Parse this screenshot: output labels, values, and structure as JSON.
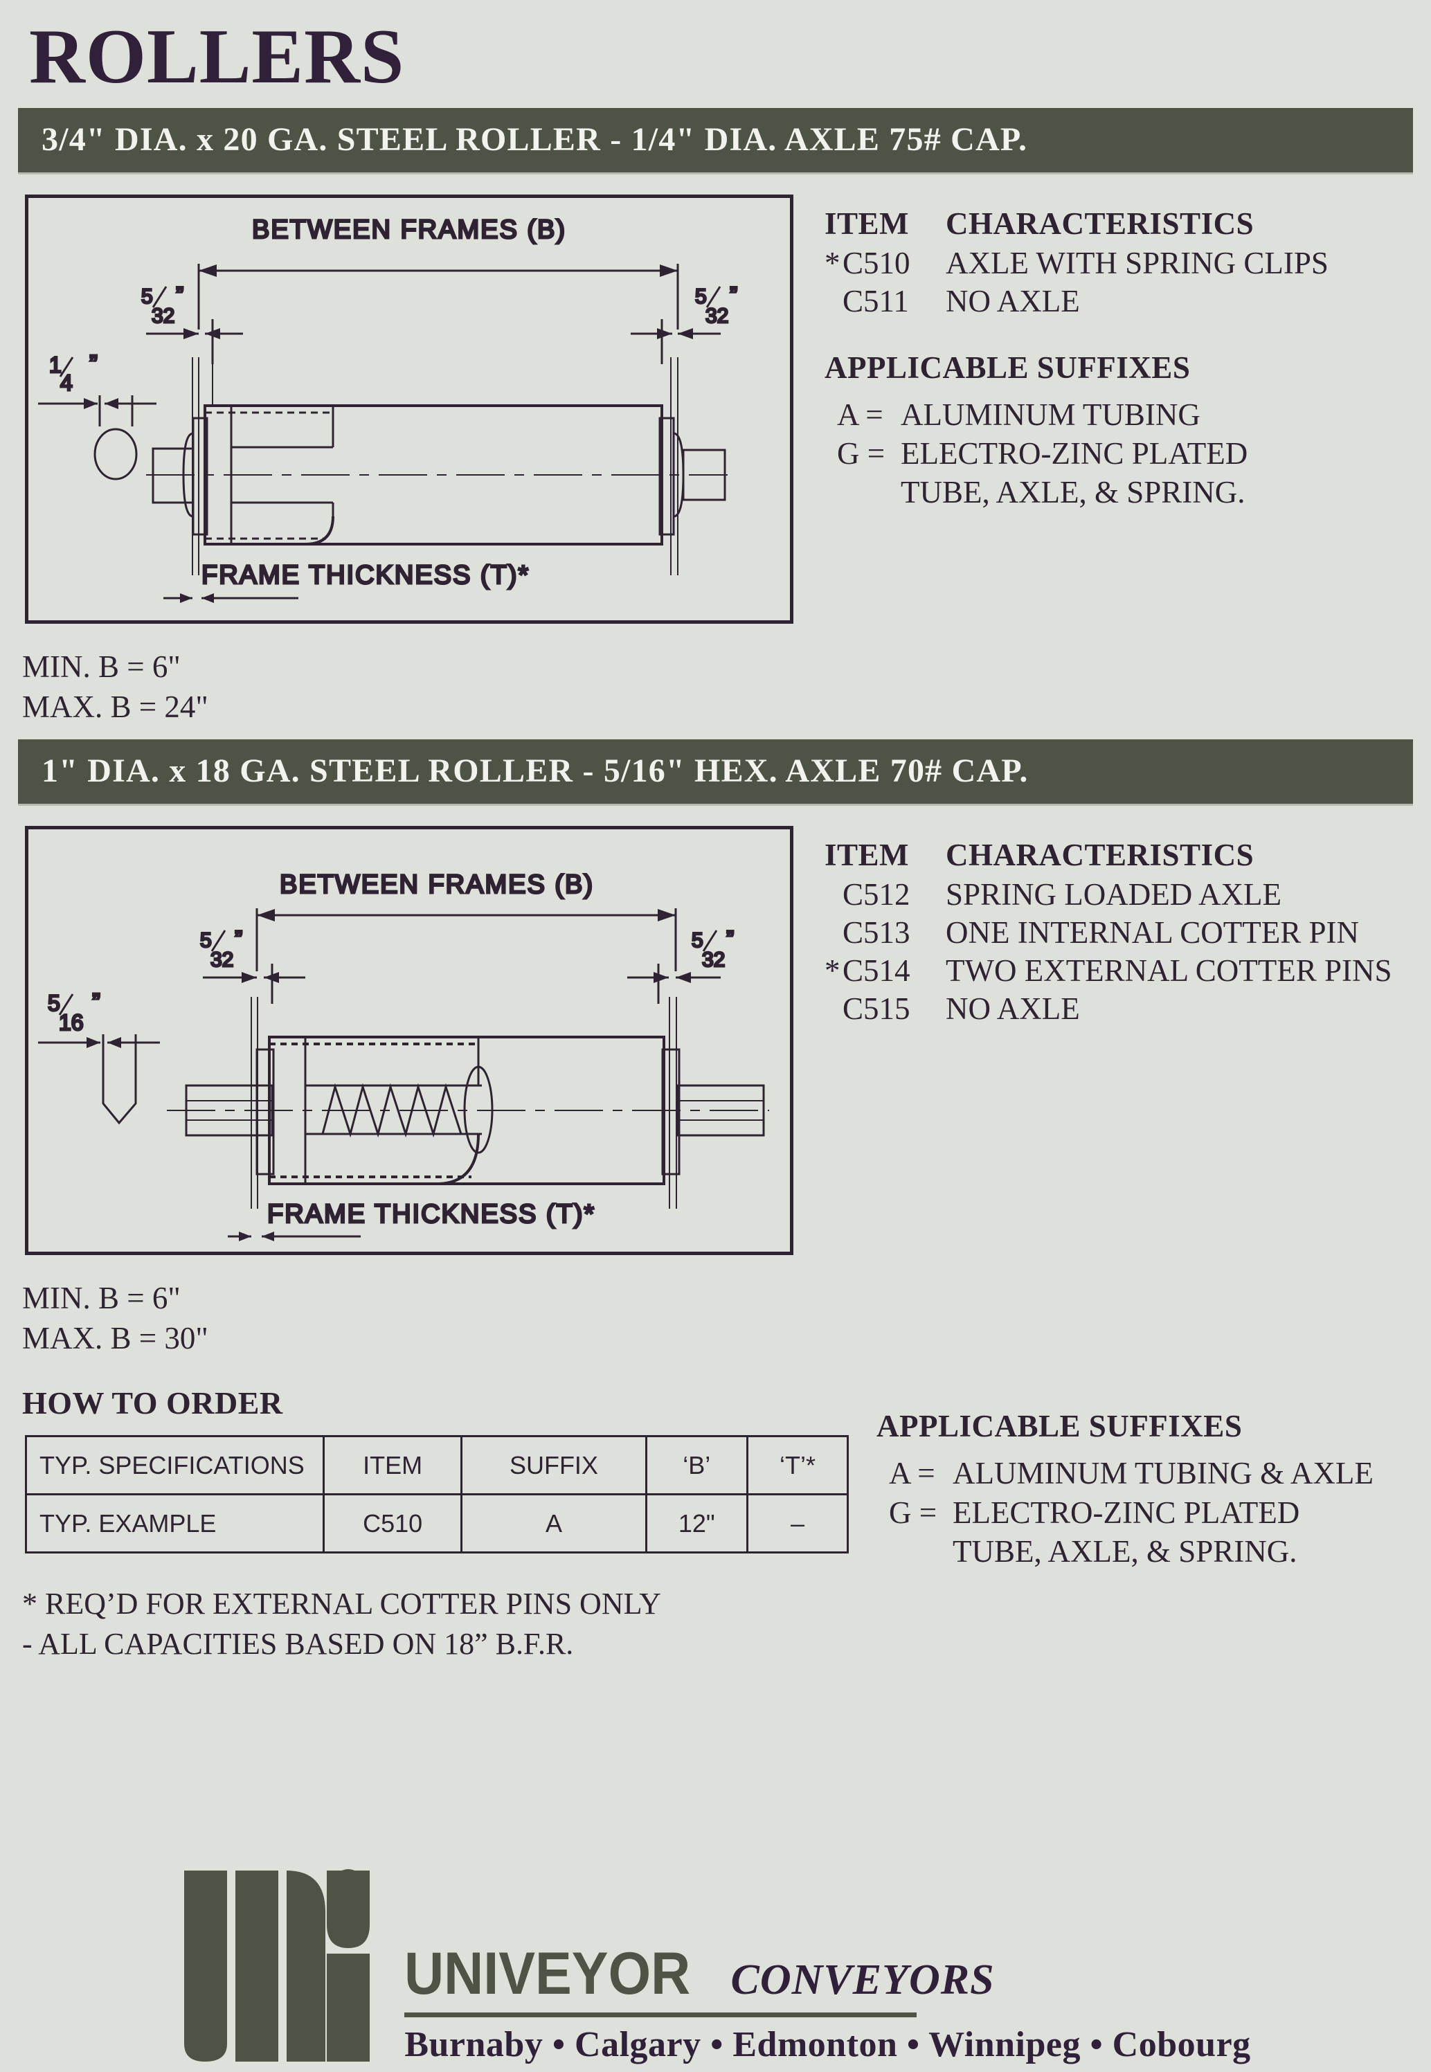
{
  "document": {
    "title": "ROLLERS"
  },
  "colors": {
    "band_green": "#4d5345",
    "ink": "#2f2233",
    "paper": "#dee1da"
  },
  "sections": [
    {
      "band_label": "3/4\" DIA. x 20 GA. STEEL ROLLER - 1/4\" DIA. AXLE 75# CAP.",
      "diagram": {
        "top_label": "BETWEEN FRAMES (B)",
        "left_dim": "5/32\"",
        "right_dim": "5/32\"",
        "axle_dim": "1/4 \"",
        "axle_dim_num": "1",
        "axle_dim_den": "4",
        "bottom_label": "FRAME THICKNESS (T)*",
        "frac_num": "5",
        "frac_den": "32",
        "axle_shape": "round"
      },
      "item_header": {
        "item": "ITEM",
        "characteristics": "CHARACTERISTICS"
      },
      "items": [
        {
          "star": "*",
          "code": "C510",
          "desc": "AXLE WITH SPRING CLIPS"
        },
        {
          "star": "",
          "code": "C511",
          "desc": "NO AXLE"
        }
      ],
      "suffixes_title": "APPLICABLE SUFFIXES",
      "suffixes": [
        {
          "key": "A =",
          "value": "ALUMINUM TUBING",
          "cont": ""
        },
        {
          "key": "G =",
          "value": "ELECTRO-ZINC PLATED",
          "cont": "TUBE, AXLE, & SPRING."
        }
      ],
      "min_b": "MIN. B = 6\"",
      "max_b": "MAX. B = 24\""
    },
    {
      "band_label": "1\" DIA. x 18 GA. STEEL ROLLER - 5/16\" HEX. AXLE 70# CAP.",
      "diagram": {
        "top_label": "BETWEEN FRAMES (B)",
        "left_dim": "5/32\"",
        "right_dim": "5/32\"",
        "axle_dim": "5/16\"",
        "axle_dim_num": "5",
        "axle_dim_den": "16",
        "bottom_label": "FRAME THICKNESS (T)*",
        "frac_num": "5",
        "frac_den": "32",
        "axle_shape": "hex"
      },
      "item_header": {
        "item": "ITEM",
        "characteristics": "CHARACTERISTICS"
      },
      "items": [
        {
          "star": "",
          "code": "C512",
          "desc": "SPRING LOADED AXLE"
        },
        {
          "star": "",
          "code": "C513",
          "desc": "ONE INTERNAL COTTER PIN"
        },
        {
          "star": "*",
          "code": "C514",
          "desc": "TWO EXTERNAL COTTER PINS"
        },
        {
          "star": "",
          "code": "C515",
          "desc": "NO AXLE"
        }
      ],
      "min_b": "MIN. B = 6\"",
      "max_b": "MAX. B = 30\""
    }
  ],
  "how_to_order": {
    "title": "HOW TO ORDER",
    "columns": [
      "TYP. SPECIFICATIONS",
      "ITEM",
      "SUFFIX",
      "‘B’",
      "‘T’*"
    ],
    "rows": [
      [
        "TYP. EXAMPLE",
        "C510",
        "A",
        "12\"",
        "–"
      ]
    ]
  },
  "order_suffixes": {
    "title": "APPLICABLE SUFFIXES",
    "items": [
      {
        "key": "A =",
        "value": "ALUMINUM TUBING & AXLE",
        "cont": ""
      },
      {
        "key": "G =",
        "value": "ELECTRO-ZINC PLATED",
        "cont": "TUBE, AXLE, & SPRING."
      }
    ]
  },
  "footnotes": [
    "* REQ’D FOR EXTERNAL COTTER PINS ONLY",
    "-  ALL CAPACITIES BASED ON 18” B.F.R."
  ],
  "footer": {
    "brand_name": "UNIVEYOR",
    "brand_sub": "CONVEYORS",
    "cities": "Burnaby • Calgary • Edmonton • Winnipeg • Cobourg"
  }
}
